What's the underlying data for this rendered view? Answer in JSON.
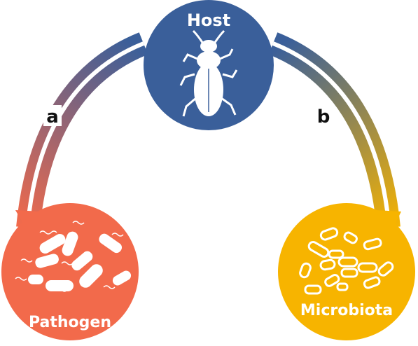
{
  "nodes": {
    "host": {
      "label": "Host",
      "color": "#3a5f9a",
      "icon": "beetle-icon"
    },
    "pathogen": {
      "label": "Pathogen",
      "color": "#f26a4b",
      "icon": "flagellated-bacteria-icon"
    },
    "microbiota": {
      "label": "Microbiota",
      "color": "#f7b400",
      "icon": "rod-bacteria-icon"
    }
  },
  "edges": {
    "a": {
      "label": "a",
      "from": "host",
      "to": "pathogen",
      "gradient": [
        "#3a5f9a",
        "#f26a4b"
      ]
    },
    "b": {
      "label": "b",
      "from": "host",
      "to": "microbiota",
      "gradient": [
        "#3a5f9a",
        "#f7b400"
      ]
    }
  }
}
